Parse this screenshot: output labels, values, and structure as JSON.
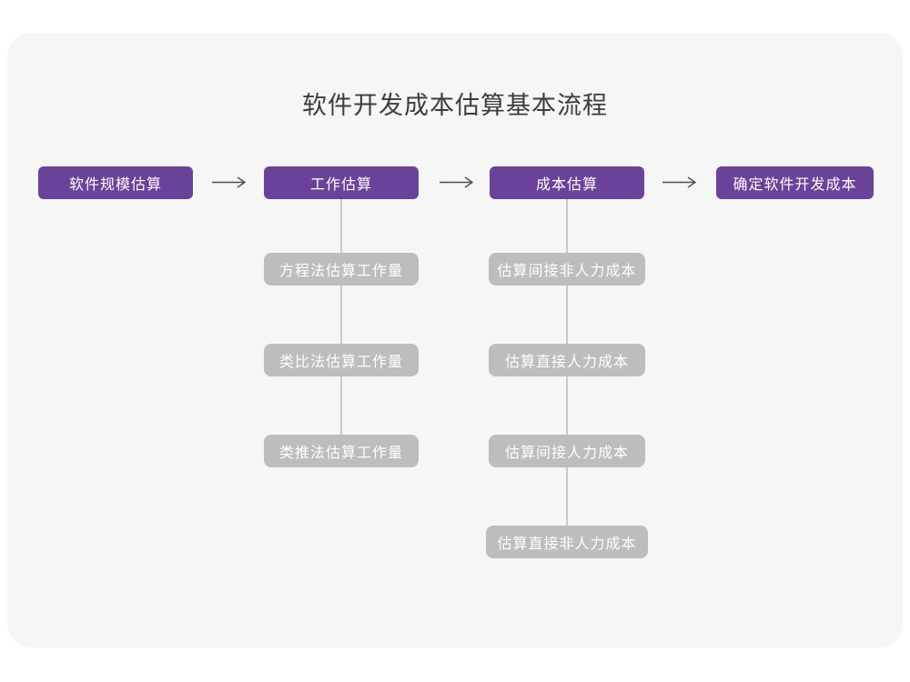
{
  "title": "软件开发成本估算基本流程",
  "colors": {
    "accent_purple": "#6b4299",
    "sub_box_gray": "#bdbdbd",
    "card_background": "#f6f6f7",
    "connector_gray": "#c9c9c9",
    "arrow_gray": "#4d4d4d",
    "title_text": "#3c3c3c",
    "box_text": "#ffffff"
  },
  "flow": {
    "main_steps": [
      {
        "label": "软件规模估算"
      },
      {
        "label": "工作估算",
        "children": [
          "方程法估算工作量",
          "类比法估算工作量",
          "类推法估算工作量"
        ]
      },
      {
        "label": "成本估算",
        "children": [
          "估算间接非人力成本",
          "估算直接人力成本",
          "估算间接人力成本",
          "估算直接非人力成本"
        ]
      },
      {
        "label": "确定软件开发成本"
      }
    ]
  }
}
